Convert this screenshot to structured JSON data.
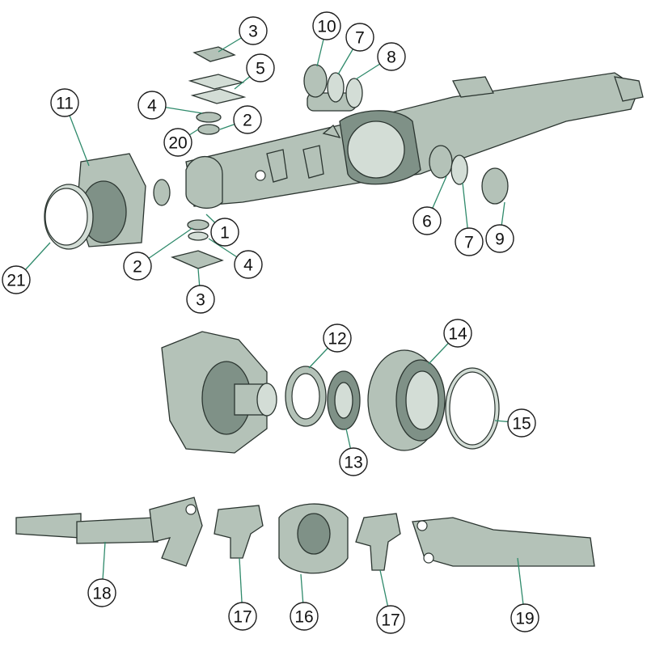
{
  "diagram": {
    "callouts": [
      "3",
      "10",
      "7",
      "8",
      "5",
      "11",
      "4",
      "2",
      "20",
      "1",
      "6",
      "7",
      "9",
      "2",
      "4",
      "21",
      "3",
      "12",
      "14",
      "15",
      "13",
      "18",
      "17",
      "16",
      "17",
      "19"
    ]
  },
  "colors": {
    "part": "#b4c2b8",
    "outline": "#2b3530",
    "leader": "#2f8a6b"
  }
}
